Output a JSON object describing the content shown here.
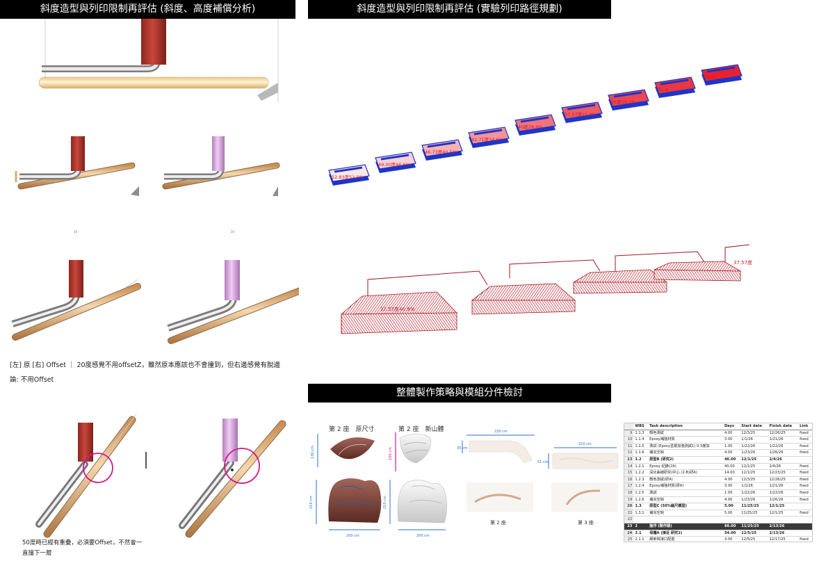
{
  "headers": {
    "left": "斜度造型與列印限制再評估 (斜度、高度補償分析)",
    "right_top": "斜度造型與列印限制再評估 (實驗列印路徑規劃)",
    "right_bottom": "整體製作策略與模組分件檢討"
  },
  "captions": {
    "offset_line1": "[左] 原 [右] Offset ｜ 20度感覺不用offsetZ，雖然原本應該也不會撞到，但右邊感覺有脫邊",
    "offset_line2": "論: 不用Offset",
    "overlap_line1": "50度時已經有重疊，必須要Offset，不然會一",
    "overlap_line2": "直撞下一層"
  },
  "small_marks": {
    "mark_10": "10",
    "mark_20": "20"
  },
  "colors": {
    "nozzle_red": "#b43a32",
    "nozzle_pink": "#d7a6df",
    "tube_tan": "#e6b27d",
    "sample_blue": "#1e35c8",
    "sample_red": "#e8222f",
    "circle_magenta": "#d0168f"
  },
  "samples": {
    "labels": [
      "52.83度52.9%",
      "49.00度46.6%",
      "46.73度40.5%",
      "42.71度34.6%",
      "40度29.9%",
      "37.57度21.8%",
      "35度16.2%",
      "31.4",
      "30.5"
    ],
    "fill_levels": [
      0.05,
      0.15,
      0.3,
      0.45,
      0.6,
      0.72,
      0.82,
      0.9,
      1.0
    ]
  },
  "path_models": {
    "label_first": "37.57度46.9%",
    "label_right": "37.57度"
  },
  "modules": {
    "title_original": "第 2 座　原尺寸",
    "title_new": "第 2 座　新山體",
    "dim_130": "130 cm",
    "dim_100": "100 cm",
    "dim_210a": "210 cm",
    "dim_210b": "210 cm",
    "dim_200a": "200 cm",
    "dim_200b": "200 cm",
    "dim_220": "220 cm",
    "dim_210c": "210 cm",
    "dim_35": "35 cm",
    "dim_51": "51 cm",
    "seat_2": "第 2 座",
    "seat_3": "第 3 座"
  },
  "gantt": {
    "columns": [
      "WBS",
      "Task description",
      "Days",
      "Start date",
      "Finish date",
      "Link"
    ],
    "rows": [
      {
        "n": "9",
        "wbs": "1.1.3",
        "task": "顏色測試",
        "days": "4.00",
        "start": "12/3/25",
        "finish": "12/26/25",
        "link": "fixed",
        "kind": ""
      },
      {
        "n": "10",
        "wbs": "1.1.4",
        "task": "Epoxy補強材質",
        "days": "3.00",
        "start": "1/1/26",
        "finish": "1/21/26",
        "link": "fixed",
        "kind": ""
      },
      {
        "n": "11",
        "wbs": "1.1.5",
        "task": "測試 (Epoxy塗層加強測試1) 0.5度加",
        "days": "1.00",
        "start": "1/22/26",
        "finish": "1/22/26",
        "link": "fixed",
        "kind": ""
      },
      {
        "n": "12",
        "wbs": "1.1.6",
        "task": "補充空缺",
        "days": "4.00",
        "start": "1/23/26",
        "finish": "1/26/26",
        "link": "fixed",
        "kind": ""
      },
      {
        "n": "13",
        "wbs": "1.2",
        "task": "原型B (研究2)",
        "days": "46.00",
        "start": "12/1/25",
        "finish": "2/4/26",
        "link": "",
        "kind": "grp"
      },
      {
        "n": "14",
        "wbs": "1.2.1",
        "task": "Epoxy 紀錄(2A)",
        "days": "40.00",
        "start": "12/1/25",
        "finish": "2/4/26",
        "link": "fixed",
        "kind": ""
      },
      {
        "n": "15",
        "wbs": "1.2.2",
        "task": "深化曲線研究(中心 (2-B)研A)",
        "days": "14.00",
        "start": "12/1/25",
        "finish": "12/23/25",
        "link": "fixed",
        "kind": ""
      },
      {
        "n": "16",
        "wbs": "1.2.3",
        "task": "顏色測試(研A)",
        "days": "4.00",
        "start": "12/3/25",
        "finish": "12/26/25",
        "link": "fixed",
        "kind": ""
      },
      {
        "n": "17",
        "wbs": "1.2.4",
        "task": "Epoxy補強材質(研A)",
        "days": "3.00",
        "start": "1/1/26",
        "finish": "1/21/26",
        "link": "fixed",
        "kind": ""
      },
      {
        "n": "18",
        "wbs": "1.2.5",
        "task": "測試",
        "days": "1.00",
        "start": "1/22/26",
        "finish": "1/22/26",
        "link": "fixed",
        "kind": ""
      },
      {
        "n": "19",
        "wbs": "1.2.6",
        "task": "補充空缺",
        "days": "4.00",
        "start": "1/23/26",
        "finish": "1/26/26",
        "link": "fixed",
        "kind": ""
      },
      {
        "n": "20",
        "wbs": "1.3",
        "task": "原型C (50%縮尺模型)",
        "days": "5.00",
        "start": "11/25/25",
        "finish": "12/1/25",
        "link": "",
        "kind": "grp"
      },
      {
        "n": "21",
        "wbs": "1.3.1",
        "task": "補充空缺",
        "days": "5.00",
        "start": "11/25/25",
        "finish": "12/1/25",
        "link": "fixed",
        "kind": ""
      },
      {
        "n": "22",
        "wbs": "",
        "task": "",
        "days": "",
        "start": "",
        "finish": "",
        "link": "",
        "kind": ""
      },
      {
        "n": "23",
        "wbs": "2",
        "task": "施作 (製作期)",
        "days": "60.00",
        "start": "11/25/25",
        "finish": "2/13/26",
        "link": "",
        "kind": "dark"
      },
      {
        "n": "24",
        "wbs": "2.1",
        "task": "母體A (接近 研究2)",
        "days": "54.00",
        "start": "12/5/25",
        "finish": "2/13/26",
        "link": "",
        "kind": "grp"
      },
      {
        "n": "25",
        "wbs": "2.1.1",
        "task": "細節與接口配置",
        "days": "3.00",
        "start": "12/5/25",
        "finish": "12/17/25",
        "link": "fixed",
        "kind": ""
      }
    ]
  }
}
